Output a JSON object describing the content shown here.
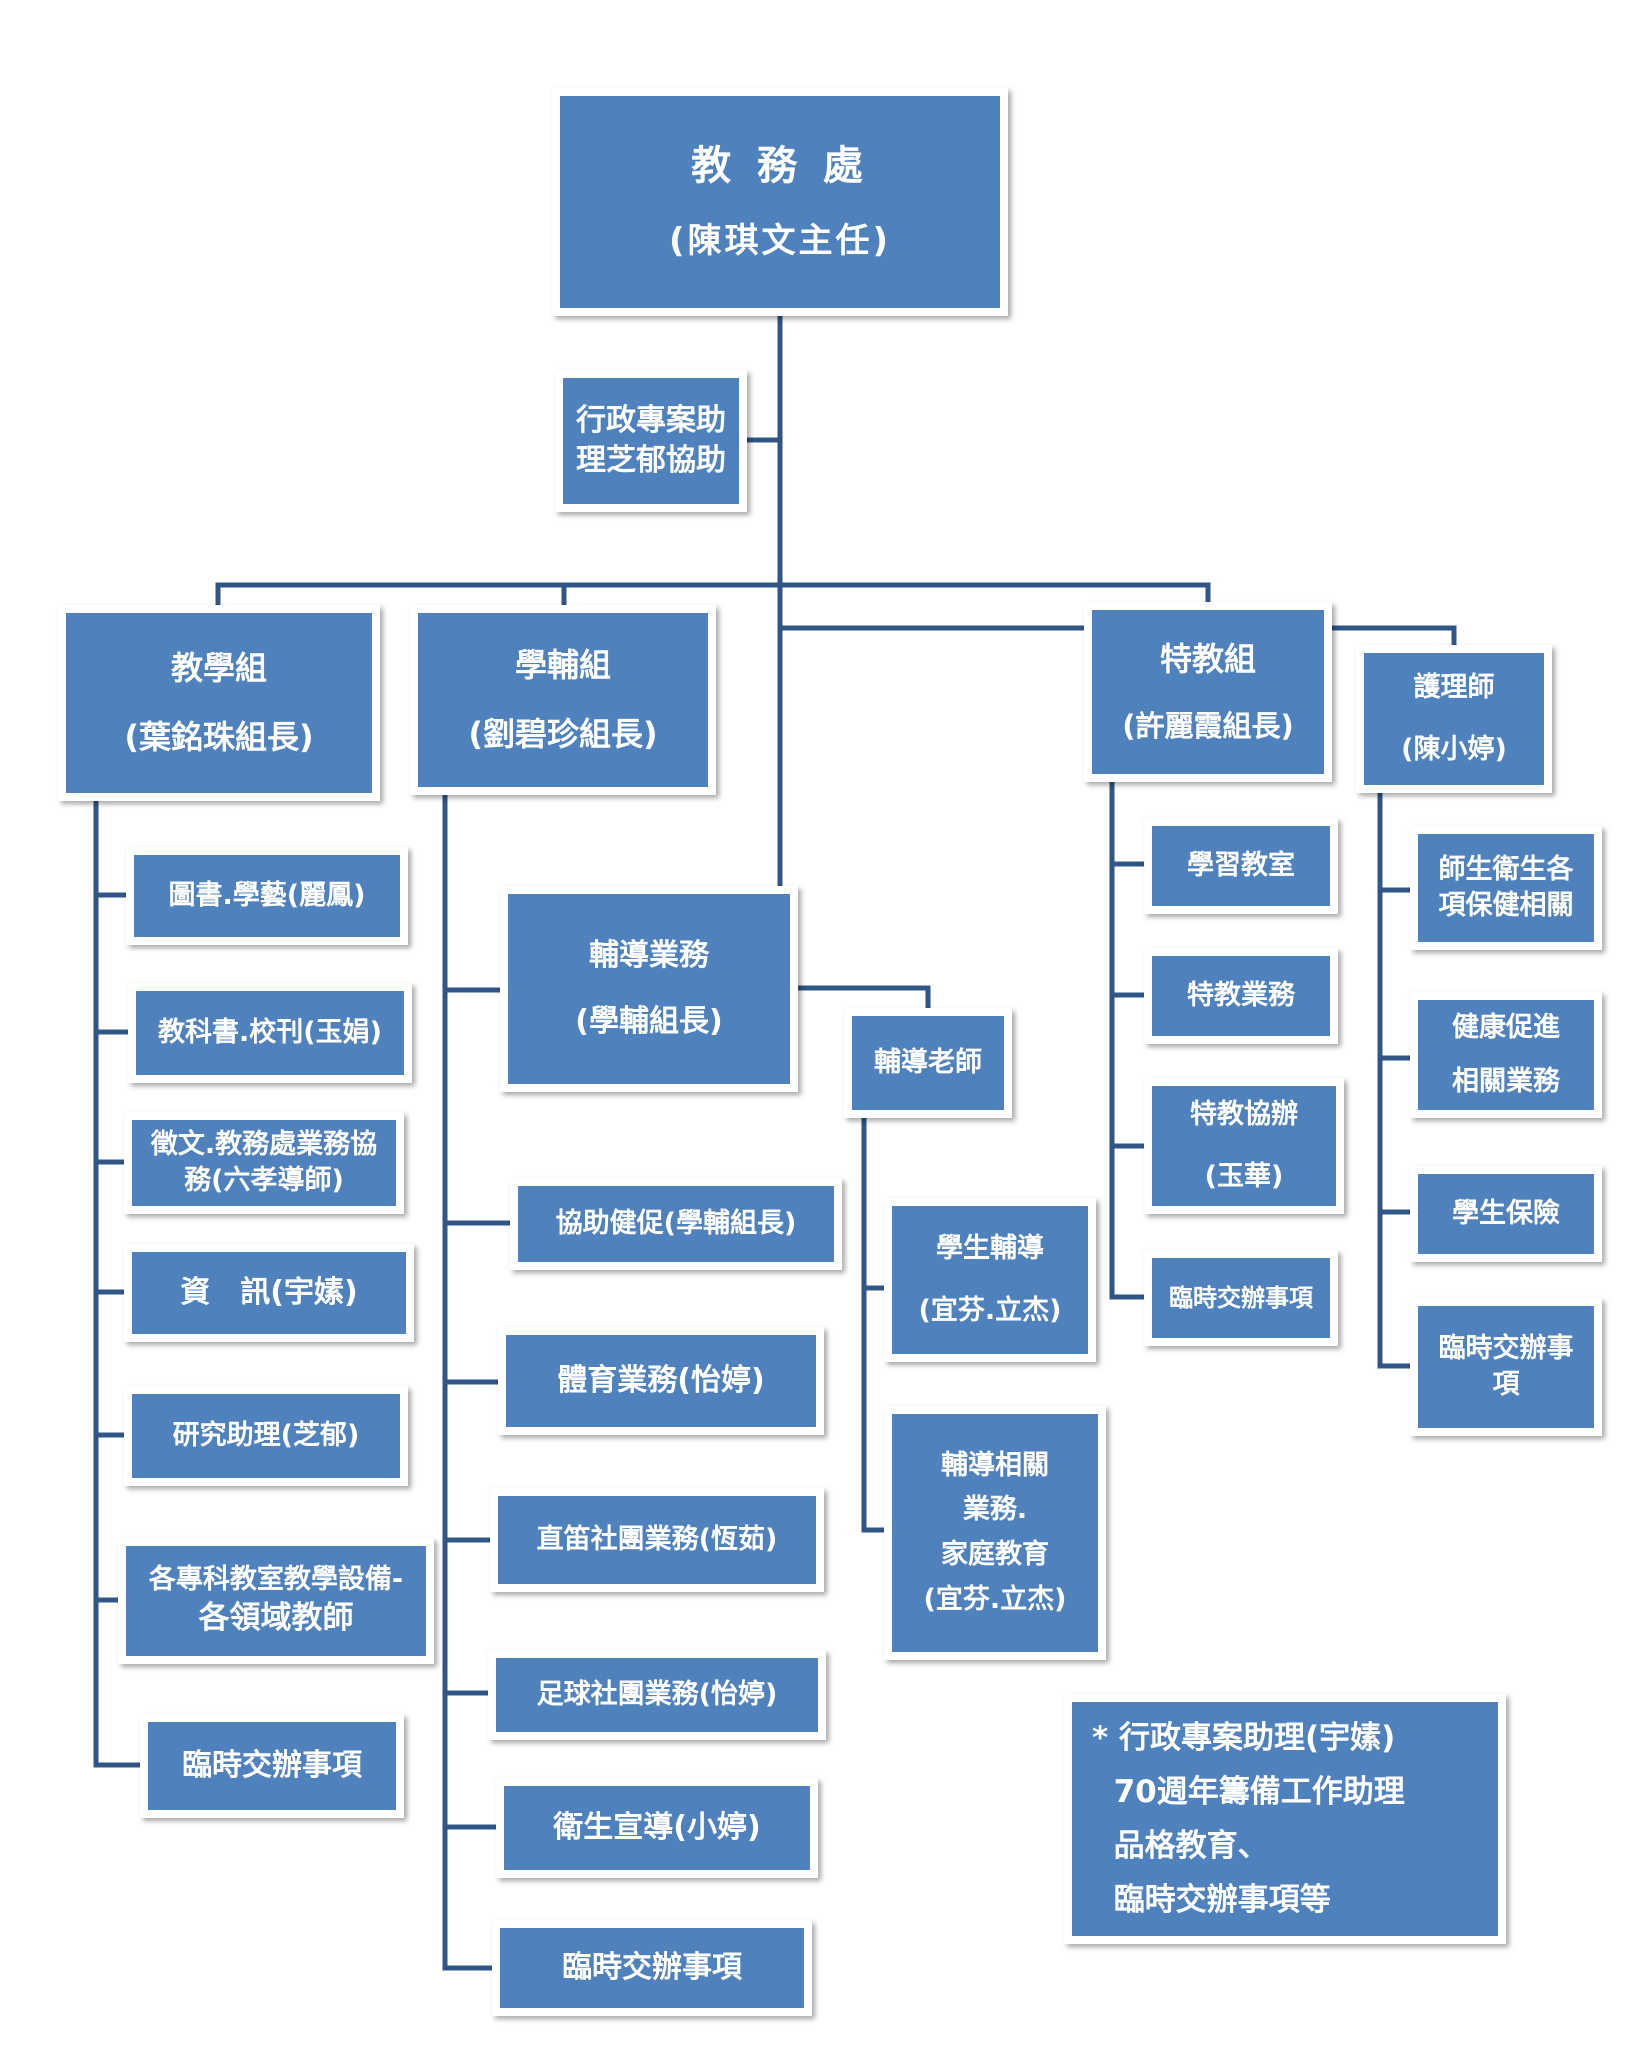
{
  "director": {
    "title": "教 務 處",
    "name": "(陳琪文主任)"
  },
  "assistant": {
    "lines": [
      "行政專案助",
      "理芝郁協助"
    ]
  },
  "teaching": {
    "title": "教學組",
    "leader": "(葉銘珠組長)",
    "items": [
      [
        "圖書.學藝(麗鳳)"
      ],
      [
        "教科書.校刊(玉娟)"
      ],
      [
        "徵文.教務處業務協",
        "務(六孝導師)"
      ],
      [
        "資　訊(宇嫊)"
      ],
      [
        "研究助理(芝郁)"
      ],
      [
        "各專科教室教學設備-",
        "各領域教師"
      ],
      [
        "臨時交辦事項"
      ]
    ]
  },
  "guidance_group": {
    "title": "學輔組",
    "leader": "(劉碧珍組長)",
    "items": [
      [
        "輔導業務",
        "(學輔組長)"
      ],
      [
        "協助健促(學輔組長)"
      ],
      [
        "體育業務(怡婷)"
      ],
      [
        "直笛社團業務(恆茹)"
      ],
      [
        "足球社團業務(怡婷)"
      ],
      [
        "衛生宣導(小婷)"
      ],
      [
        "臨時交辦事項"
      ]
    ]
  },
  "counselor": {
    "title": "輔導老師",
    "items": [
      [
        "學生輔導",
        "(宜芬.立杰)"
      ],
      [
        "輔導相關",
        "業務.",
        "家庭教育",
        "(宜芬.立杰)"
      ]
    ]
  },
  "special": {
    "title": "特教組",
    "leader": "(許麗霞組長)",
    "items": [
      [
        "學習教室"
      ],
      [
        "特教業務"
      ],
      [
        "特教協辦",
        "(玉華)"
      ],
      [
        "臨時交辦事項"
      ]
    ]
  },
  "nurse": {
    "title": "護理師",
    "leader": "(陳小婷)",
    "items": [
      [
        "師生衛生各",
        "項保健相關"
      ],
      [
        "健康促進",
        "相關業務"
      ],
      [
        "學生保險"
      ],
      [
        "臨時交辦事",
        "項"
      ]
    ]
  },
  "note": {
    "lines": [
      "* 行政專案助理(宇嫊)",
      "  70週年籌備工作助理",
      "  品格教育、",
      "  臨時交辦事項等"
    ]
  },
  "colors": {
    "box": "#4f81bd",
    "line": "#2f5686",
    "text": "#ffffff"
  }
}
